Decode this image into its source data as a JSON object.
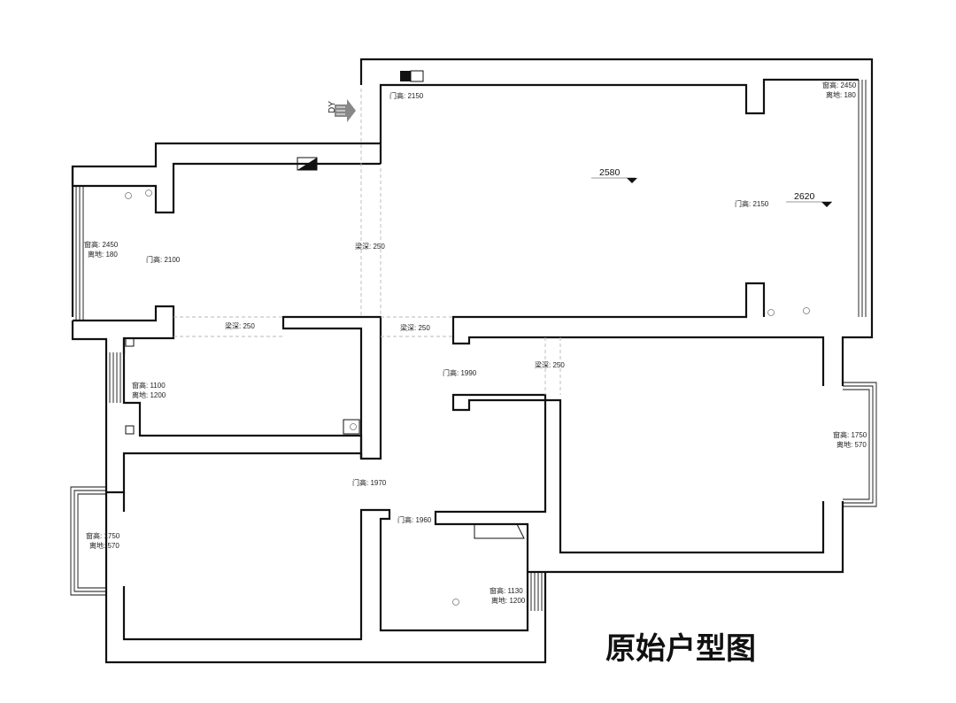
{
  "title": "原始户型图",
  "entrance_label": "DY",
  "levels": [
    "2580",
    "2620"
  ],
  "labels": {
    "door_2150_a": "门高: 2150",
    "door_2150_b": "门高: 2150",
    "door_2100": "门高: 2100",
    "door_1990": "门高: 1990",
    "door_1970": "门高: 1970",
    "door_1960": "门高: 1960",
    "beam_a": "梁深: 250",
    "beam_b": "梁深: 250",
    "beam_c": "梁深: 250",
    "beam_d": "梁深: 250",
    "win_tr_h": "窗高: 2450",
    "win_tr_s": "离地: 180",
    "win_l_h": "窗高: 2450",
    "win_l_s": "离地: 180",
    "win_k_h": "窗高: 1100",
    "win_k_s": "离地: 1200",
    "win_r_h": "窗高: 1750",
    "win_r_s": "离地: 570",
    "win_bl_h": "窗高: 1750",
    "win_bl_s": "离地: 570",
    "win_b_h": "窗高: 1130",
    "win_b_s": "离地: 1200"
  },
  "colors": {
    "wall": "#111111",
    "dash": "#b8b8b8"
  }
}
